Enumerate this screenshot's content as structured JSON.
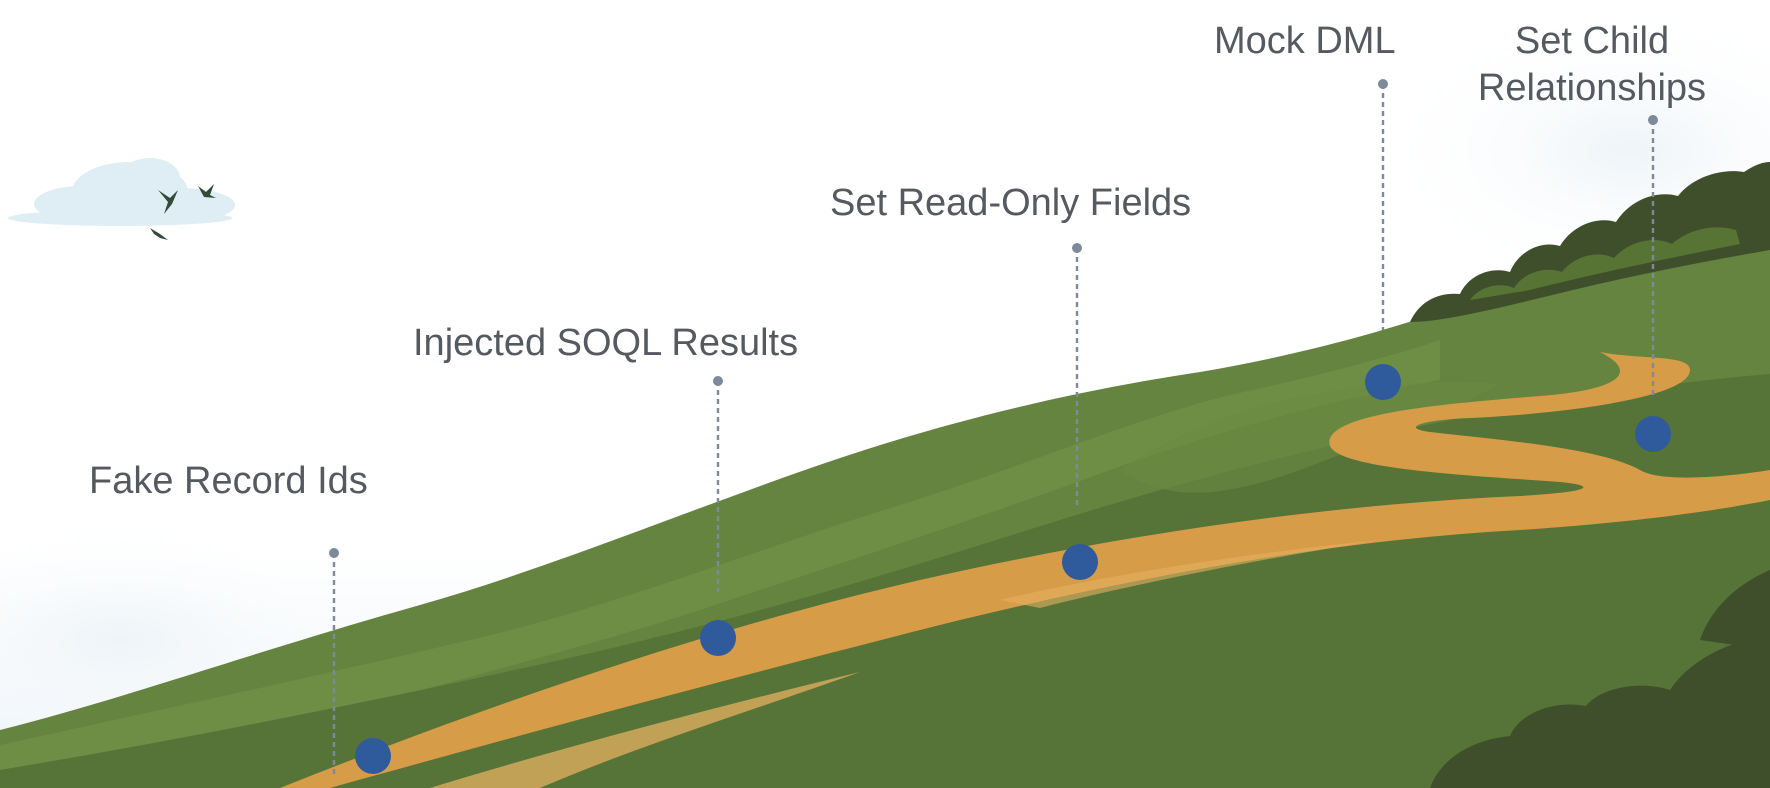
{
  "milestones": [
    {
      "label": "Fake Record Ids"
    },
    {
      "label": "Injected SOQL Results"
    },
    {
      "label": "Set Read-Only Fields"
    },
    {
      "label": "Mock DML"
    },
    {
      "label": "Set Child Relationships",
      "lines": [
        "Set Child",
        "Relationships"
      ]
    }
  ],
  "colors": {
    "marker": "#2f5b9c",
    "connector": "#7d8a99",
    "label_text": "#545a60",
    "hill_dark": "#567437",
    "hill_mid": "#65843f",
    "hill_light": "#76954a",
    "path": "#d79c48",
    "path_highlight": "#e4b062",
    "trees": "#3f4f2c",
    "cloud": "#dfeef5",
    "birds": "#354b39"
  }
}
